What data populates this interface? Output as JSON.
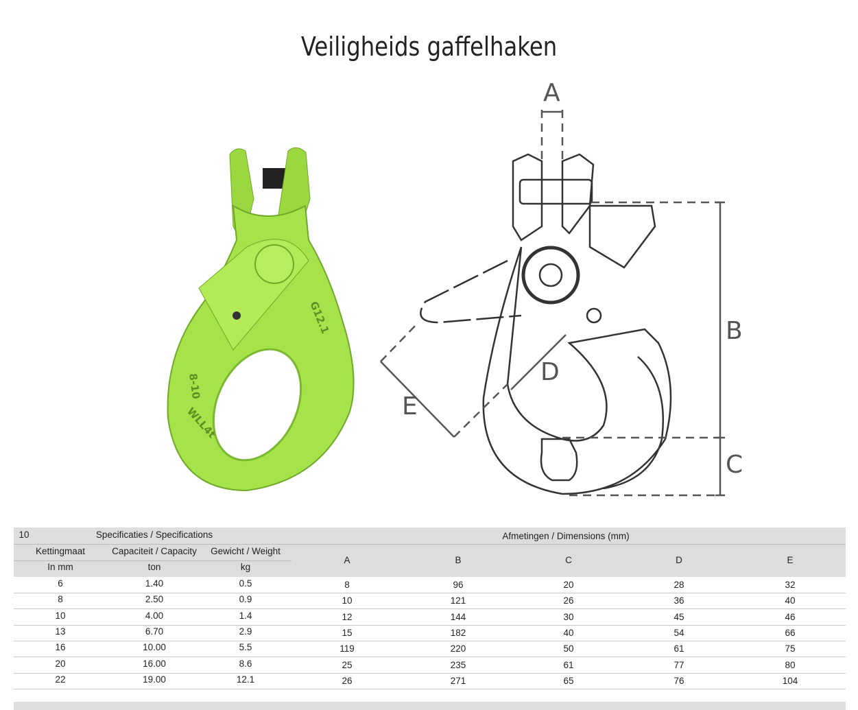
{
  "page": {
    "title": "Veiligheids gaffelhaken"
  },
  "diagram": {
    "labels": {
      "a": "A",
      "b": "B",
      "c": "C",
      "d": "D",
      "e": "E"
    },
    "product_color": "#a6e34a",
    "product_markings": [
      "G12.1",
      "8-10",
      "WLL4t"
    ]
  },
  "table": {
    "size_label": "10",
    "spec_group": "Specificaties / Specifications",
    "dim_group": "Afmetingen / Dimensions (mm)",
    "headers": [
      "Kettingmaat",
      "Capaciteit / Capacity",
      "Gewicht / Weight",
      "A",
      "B",
      "C",
      "D",
      "E"
    ],
    "units": [
      "In mm",
      "ton",
      "kg"
    ],
    "rows": [
      [
        "6",
        "1.40",
        "0.5",
        "8",
        "96",
        "20",
        "28",
        "32"
      ],
      [
        "8",
        "2.50",
        "0.9",
        "10",
        "121",
        "26",
        "36",
        "40"
      ],
      [
        "10",
        "4.00",
        "1.4",
        "12",
        "144",
        "30",
        "45",
        "46"
      ],
      [
        "13",
        "6.70",
        "2.9",
        "15",
        "182",
        "40",
        "54",
        "66"
      ],
      [
        "16",
        "10.00",
        "5.5",
        "119",
        "220",
        "50",
        "61",
        "75"
      ],
      [
        "20",
        "16.00",
        "8.6",
        "25",
        "235",
        "61",
        "77",
        "80"
      ],
      [
        "22",
        "19.00",
        "12.1",
        "26",
        "271",
        "65",
        "76",
        "104"
      ]
    ]
  }
}
